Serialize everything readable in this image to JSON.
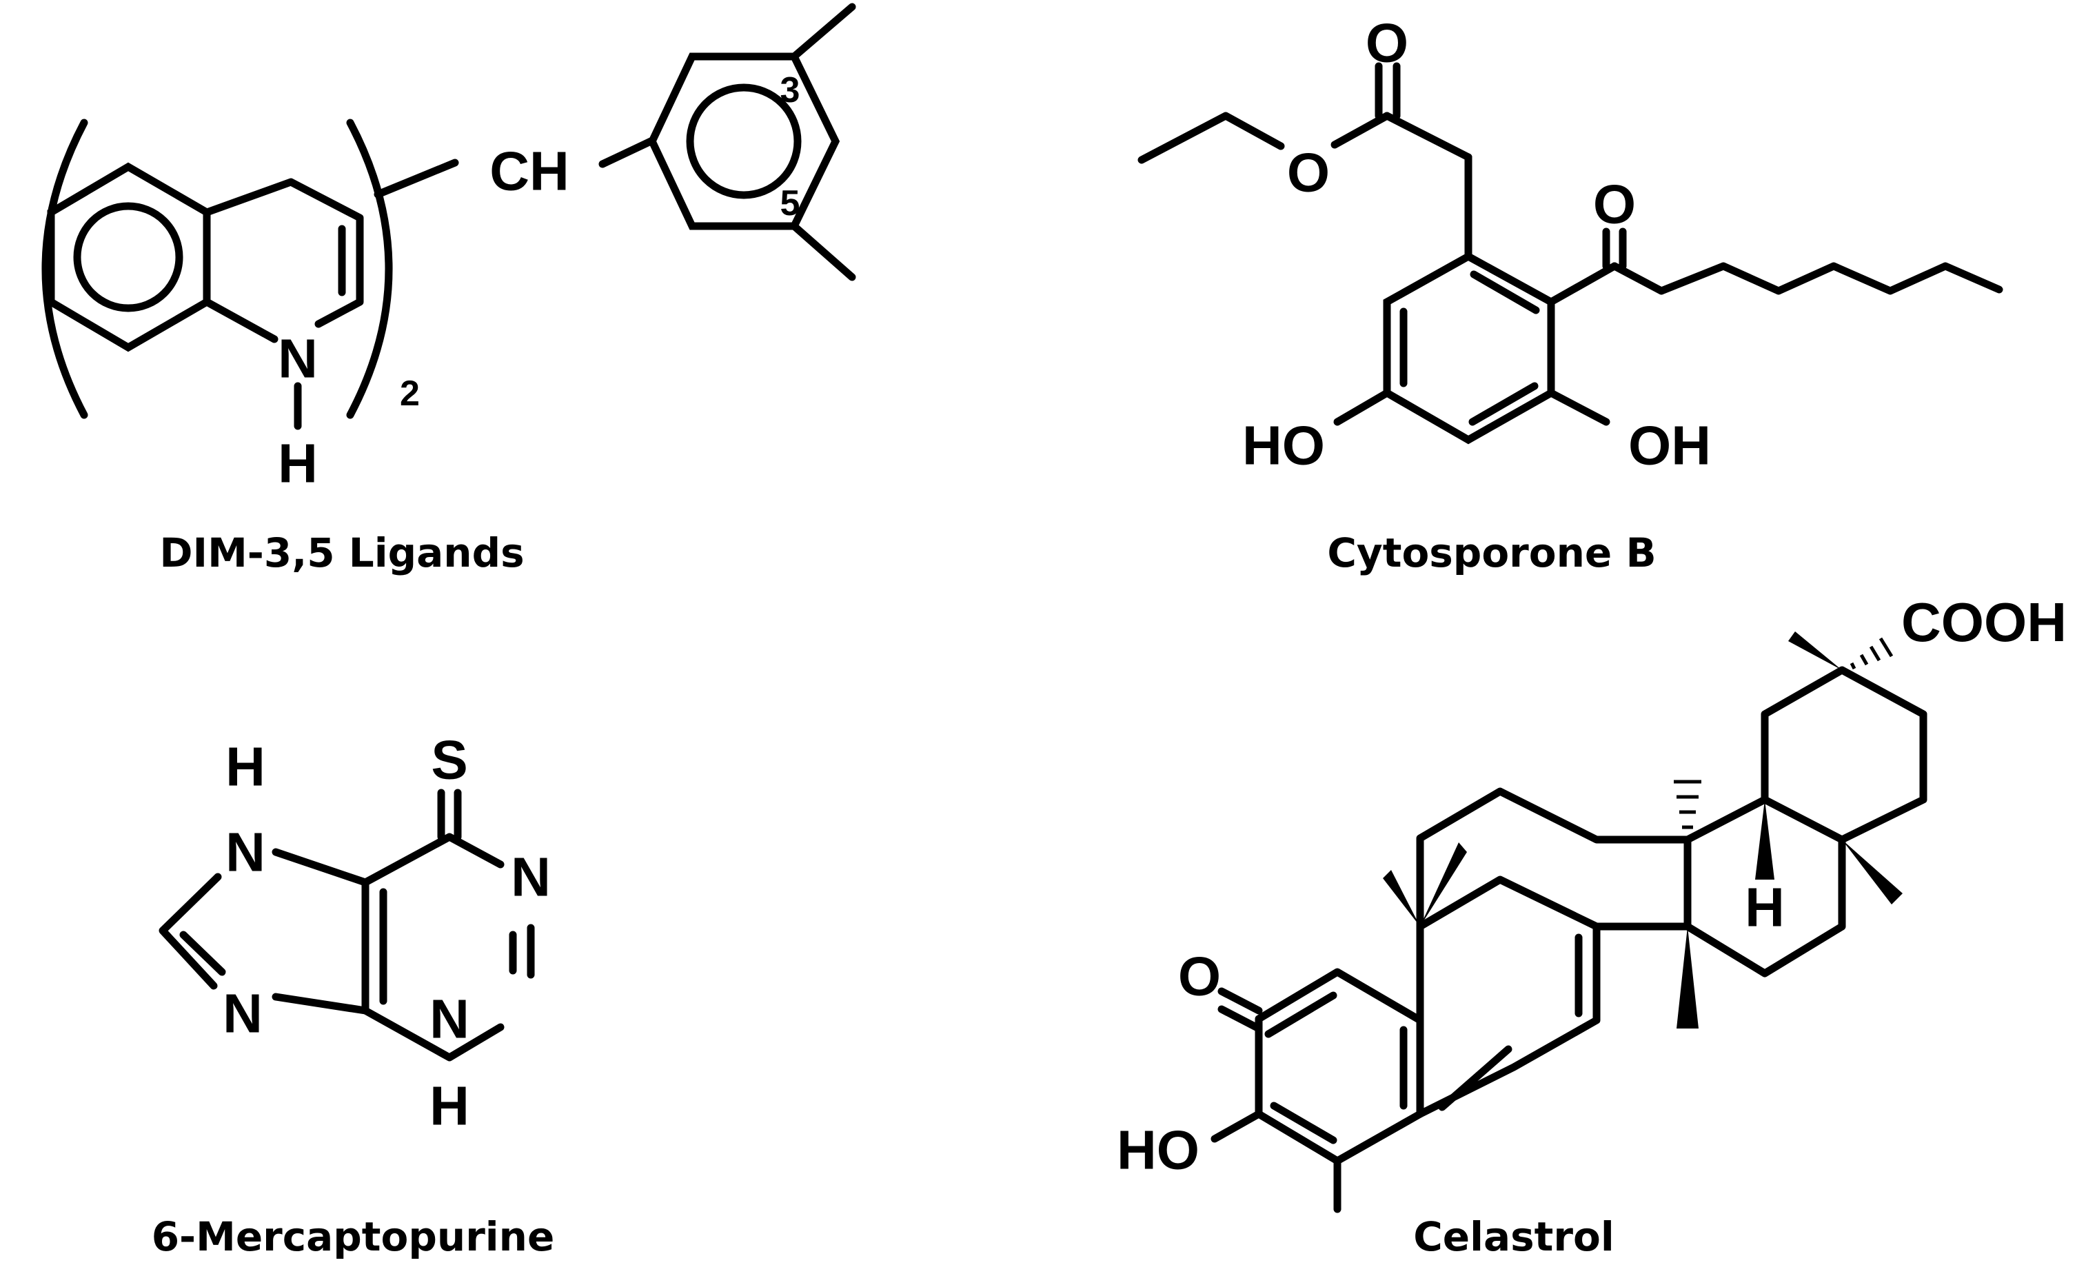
{
  "molecules": {
    "dim": {
      "caption": "DIM-3,5 Ligands",
      "labels": {
        "ch": "CH",
        "n": "N",
        "h": "H",
        "subscript": "2",
        "pos3": "3",
        "pos5": "5"
      }
    },
    "cytosporone": {
      "caption": "Cytosporone B",
      "labels": {
        "ester_o_top": "O",
        "ester_o": "O",
        "ketone_o": "O",
        "ho": "HO",
        "oh": "OH"
      }
    },
    "mercaptopurine": {
      "caption": "6-Mercaptopurine",
      "labels": {
        "s": "S",
        "n7": "N",
        "h7": "H",
        "n1": "N",
        "n9": "N",
        "n3": "N",
        "h3": "H"
      }
    },
    "celastrol": {
      "caption": "Celastrol",
      "labels": {
        "cooh": "COOH",
        "o": "O",
        "ho": "HO",
        "h": "H"
      }
    }
  }
}
